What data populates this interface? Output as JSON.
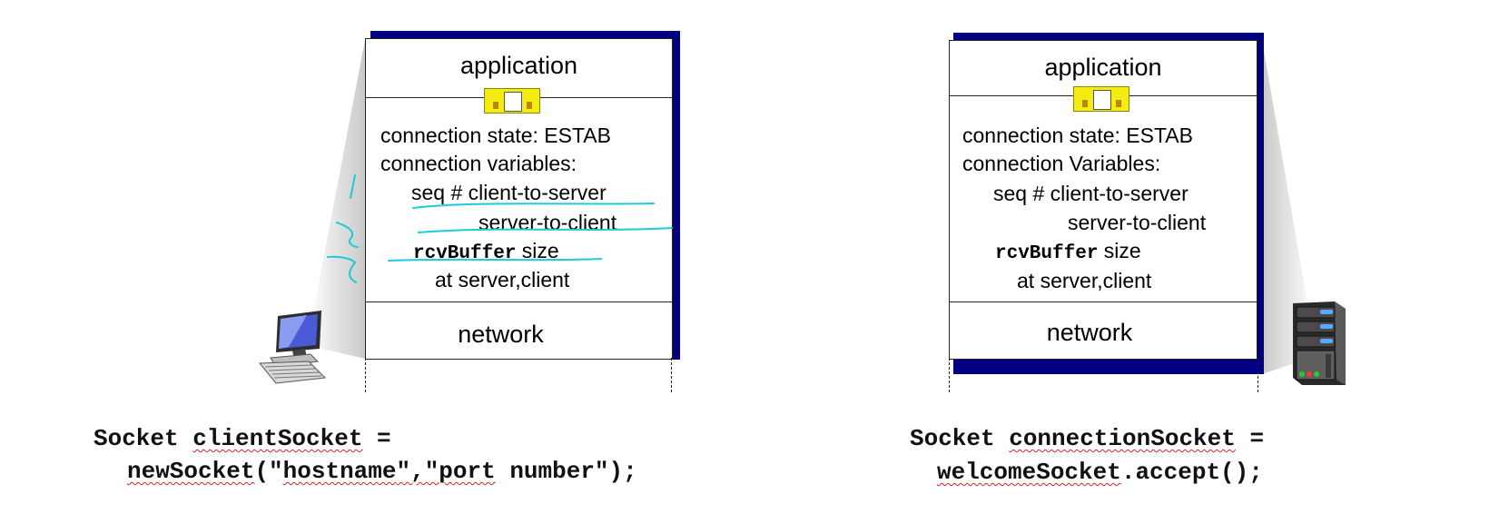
{
  "client": {
    "application_label": "application",
    "network_label": "network",
    "state_lines": [
      "connection state: ESTAB",
      "connection variables:",
      "seq # client-to-server",
      "server-to-client"
    ],
    "buffer_var": "rcvBuffer",
    "buffer_suffix": " size",
    "buffer_at": "at server,client",
    "code_line1_kw": "Socket ",
    "code_line1_var": "clientSocket",
    "code_line1_end": " =",
    "code_line2_fn": "newSocket",
    "code_line2_mid1": "(\"",
    "code_line2_host": "hostname",
    "code_line2_mid2": "\",\"",
    "code_line2_port": "port",
    "code_line2_end": " number\");",
    "device_icon": "desktop-computer-icon",
    "annotation_color": "#1ecbd8"
  },
  "server": {
    "application_label": "application",
    "network_label": "network",
    "state_lines": [
      "connection state: ESTAB",
      "connection Variables:",
      "seq # client-to-server",
      "server-to-client"
    ],
    "buffer_var": "rcvBuffer",
    "buffer_suffix": " size",
    "buffer_at": "at server,client",
    "code_line1_kw": "Socket ",
    "code_line1_var": "connectionSocket",
    "code_line1_end": " =",
    "code_line2_var": "welcomeSocket",
    "code_line2_rest": ".accept();",
    "device_icon": "server-tower-icon"
  },
  "colors": {
    "stack_shadow": "#000080",
    "buffer": "#f4ec10",
    "squiggle": "#dd2222"
  }
}
